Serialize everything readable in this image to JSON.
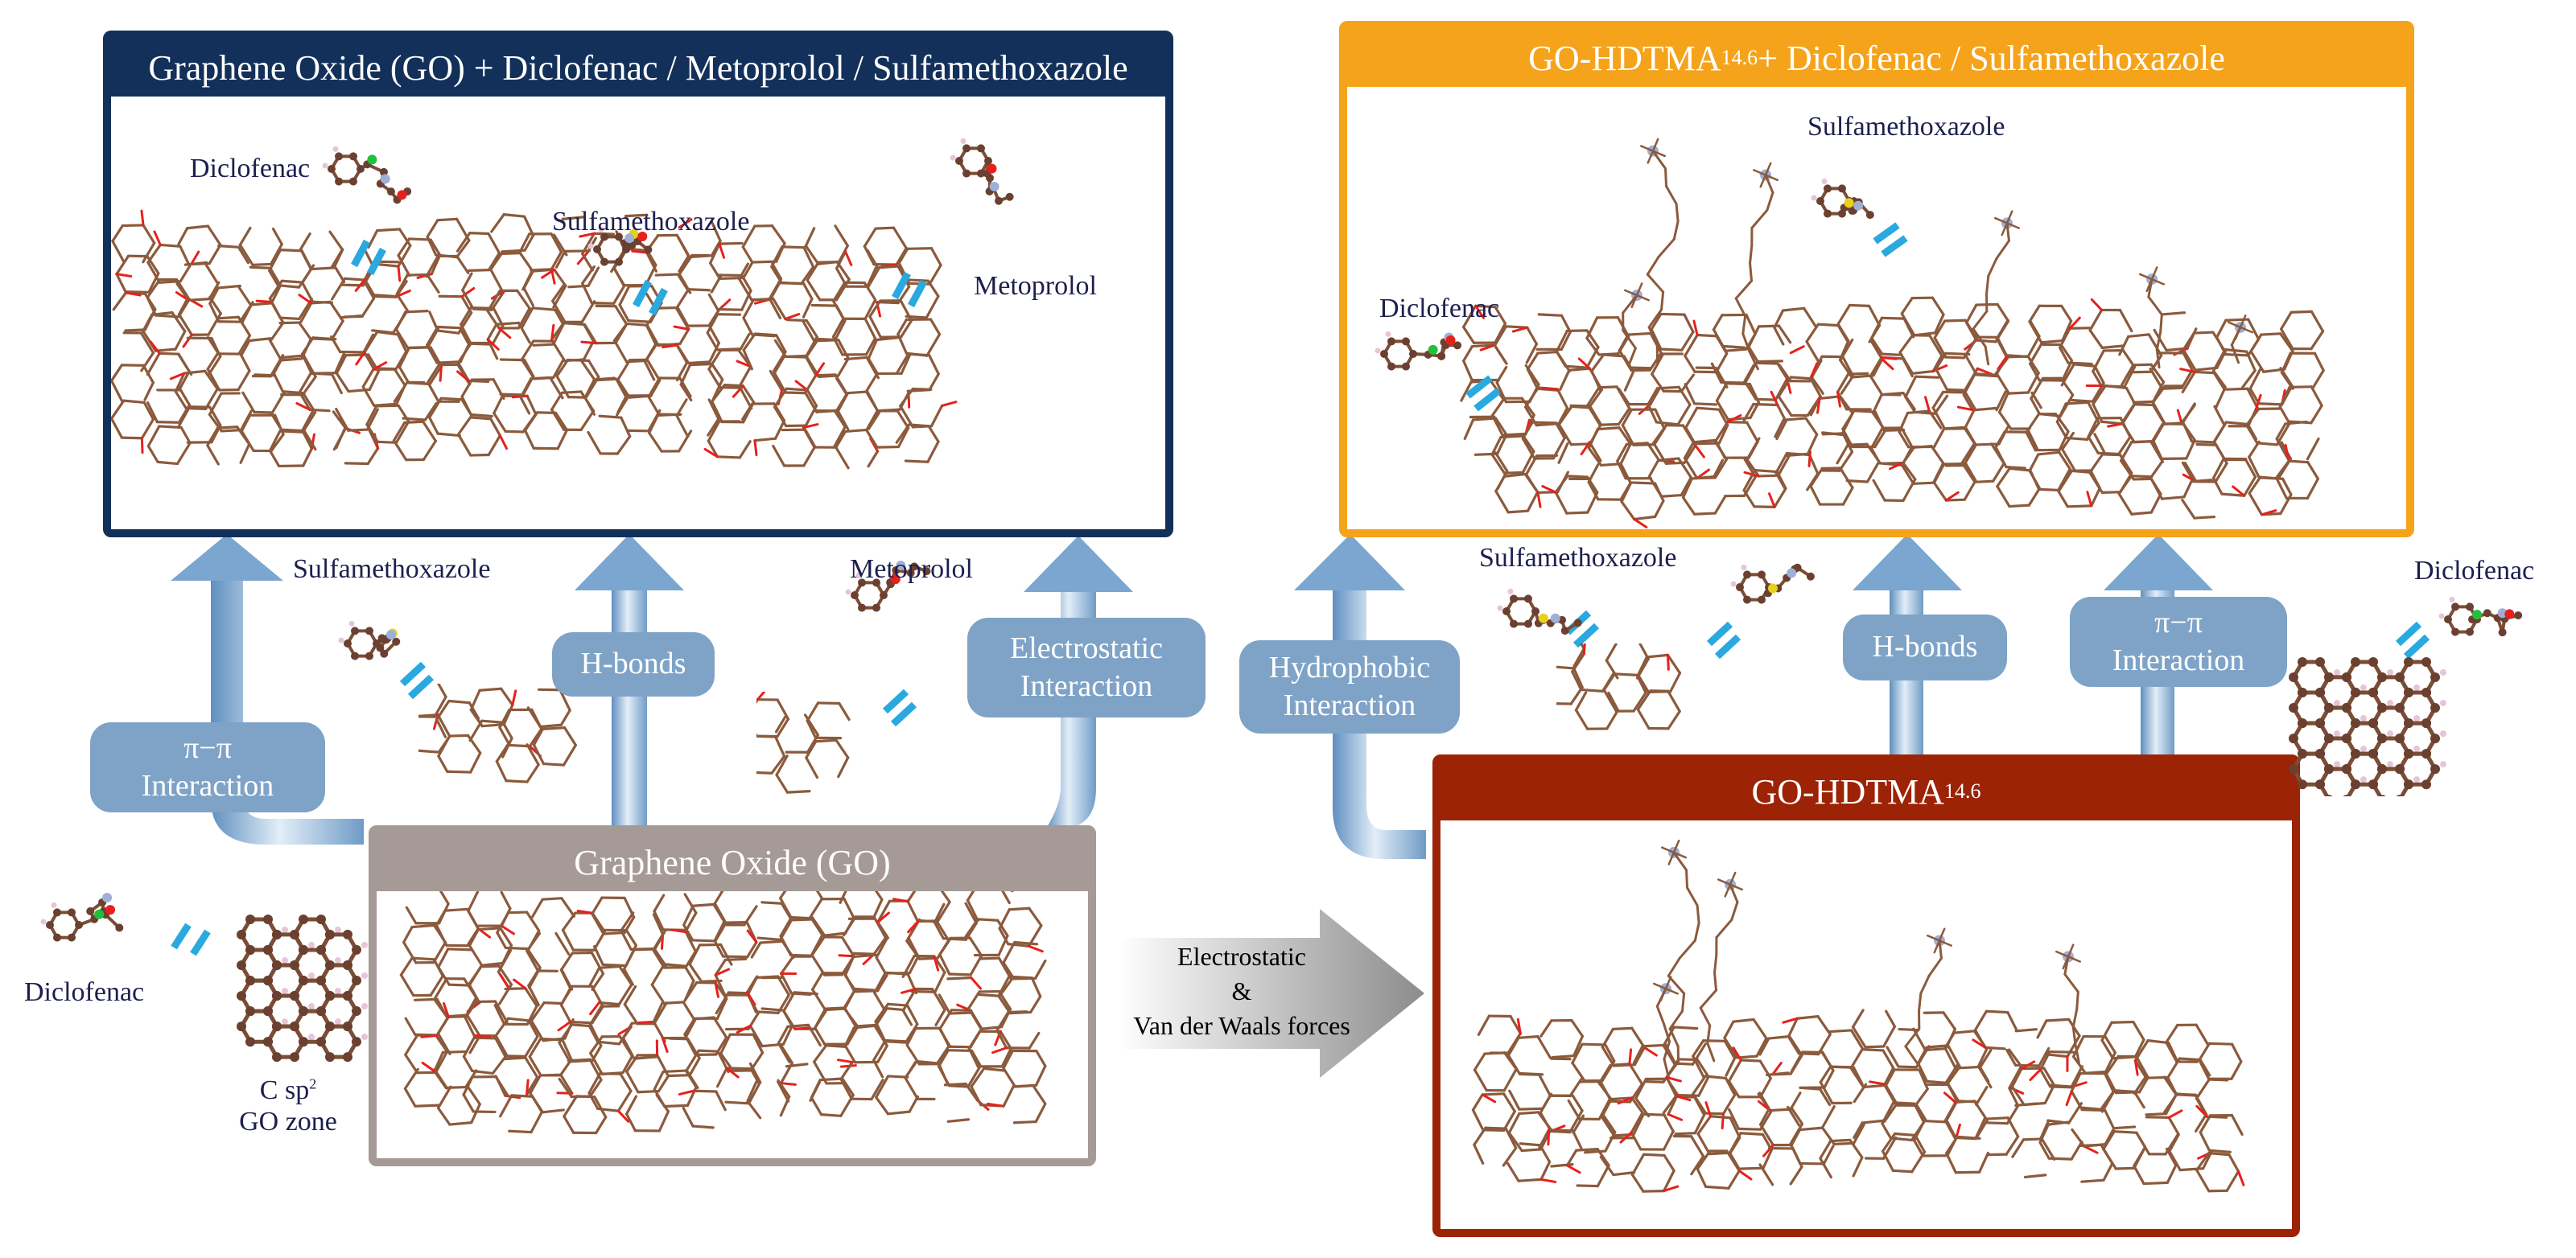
{
  "colors": {
    "navy": "#12305a",
    "orange": "#f5a31a",
    "grey": "#a59a95",
    "dark_red": "#9c2306",
    "pill_blue": "#7ea3c7",
    "bond_cyan": "#29a9e0",
    "carbon": "#8b5a3c",
    "oxygen": "#e8201c"
  },
  "panels": {
    "go_drugs": {
      "title": "Graphene Oxide (GO) + Diclofenac / Metoprolol / Sulfamethoxazole"
    },
    "hdtma_drugs": {
      "title_main": "GO-HDTMA",
      "title_sub": "14.6",
      "title_rest": " + Diclofenac / Sulfamethoxazole"
    },
    "go": {
      "title": "Graphene Oxide (GO)"
    },
    "hdtma": {
      "title_main": "GO-HDTMA",
      "title_sub": "14.6"
    }
  },
  "molecule_labels": {
    "diclofenac_top": "Diclofenac",
    "sulfa_top": "Sulfamethoxazole",
    "metoprolol_top": "Metoprolol",
    "sulfa_hdtma_top": "Sulfamethoxazole",
    "diclofenac_hdtma_top": "Diclofenac",
    "sulfa_mid_left": "Sulfamethoxazole",
    "metoprolol_mid": "Metoprolol",
    "sulfa_mid_right": "Sulfamethoxazole",
    "diclofenac_right": "Diclofenac",
    "diclofenac_bottom": "Diclofenac",
    "csp2_line1_main": "C sp",
    "csp2_line1_sup": "2",
    "csp2_line2": "GO zone"
  },
  "interactions": {
    "pi_left": {
      "line1": "π−π",
      "line2": "Interaction"
    },
    "hbonds_left": "H-bonds",
    "electro_left": {
      "line1": "Electrostatic",
      "line2": "Interaction"
    },
    "hydrophobic": {
      "line1": "Hydrophobic",
      "line2": "Interaction"
    },
    "hbonds_right": "H-bonds",
    "pi_right": {
      "line1": "π−π",
      "line2": "Interaction"
    }
  },
  "transition_arrow": {
    "line1": "Electrostatic",
    "line2": "&",
    "line3": "Van der Waals forces"
  }
}
